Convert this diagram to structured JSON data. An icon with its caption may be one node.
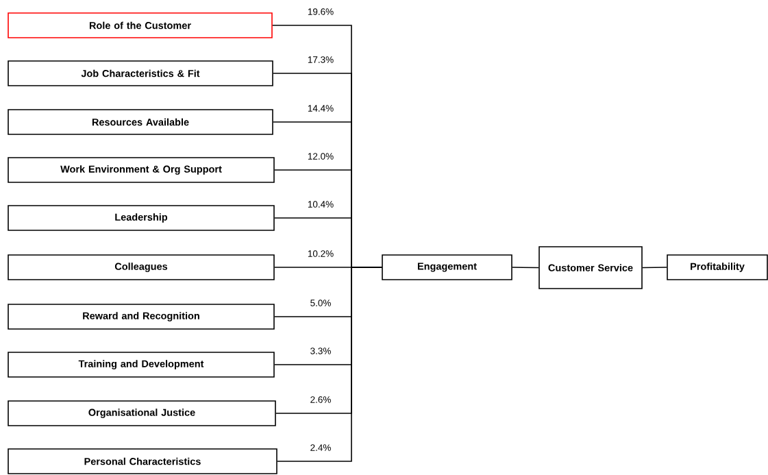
{
  "diagram": {
    "nodes": [
      {
        "text": [
          "Role of the Customer"
        ]
      },
      {
        "text": [
          "Job Characteristics & Fit"
        ]
      },
      {
        "text": [
          "Resources Available"
        ]
      },
      {
        "text": [
          "Work Environment & Org Support"
        ]
      },
      {
        "text": [
          "Leadership"
        ]
      },
      {
        "text": [
          "Colleagues"
        ]
      },
      {
        "text": [
          "Reward and Recognition"
        ]
      },
      {
        "text": [
          "Training and Development"
        ]
      },
      {
        "text": [
          "Organisational Justice"
        ]
      },
      {
        "text": [
          "Personal Characteristics"
        ]
      },
      {
        "text": [
          "Engagement"
        ]
      },
      {
        "text": [
          "Customer Service"
        ]
      },
      {
        "text": [
          "Profitability"
        ]
      }
    ],
    "edges": [
      {
        "from": 0,
        "to": 10,
        "arrow": "none",
        "label": "19.6%"
      },
      {
        "from": 1,
        "to": 10,
        "arrow": "none",
        "label": "17.3%"
      },
      {
        "from": 2,
        "to": 10,
        "arrow": "none",
        "label": "14.4%"
      },
      {
        "from": 3,
        "to": 10,
        "arrow": "none",
        "label": "12.0%"
      },
      {
        "from": 4,
        "to": 10,
        "arrow": "none",
        "label": "10.4%"
      },
      {
        "from": 5,
        "to": 10,
        "arrow": "none",
        "label": "10.2%"
      },
      {
        "from": 6,
        "to": 10,
        "arrow": "none",
        "label": "5.0%"
      },
      {
        "from": 7,
        "to": 10,
        "arrow": "none",
        "label": "3.3%"
      },
      {
        "from": 8,
        "to": 10,
        "arrow": "none",
        "label": "2.6%"
      },
      {
        "from": 9,
        "to": 10,
        "arrow": "none",
        "label": "2.4%"
      },
      {
        "from": 10,
        "to": 11,
        "arrow": "none"
      },
      {
        "from": 11,
        "to": 12,
        "arrow": "none"
      }
    ]
  }
}
